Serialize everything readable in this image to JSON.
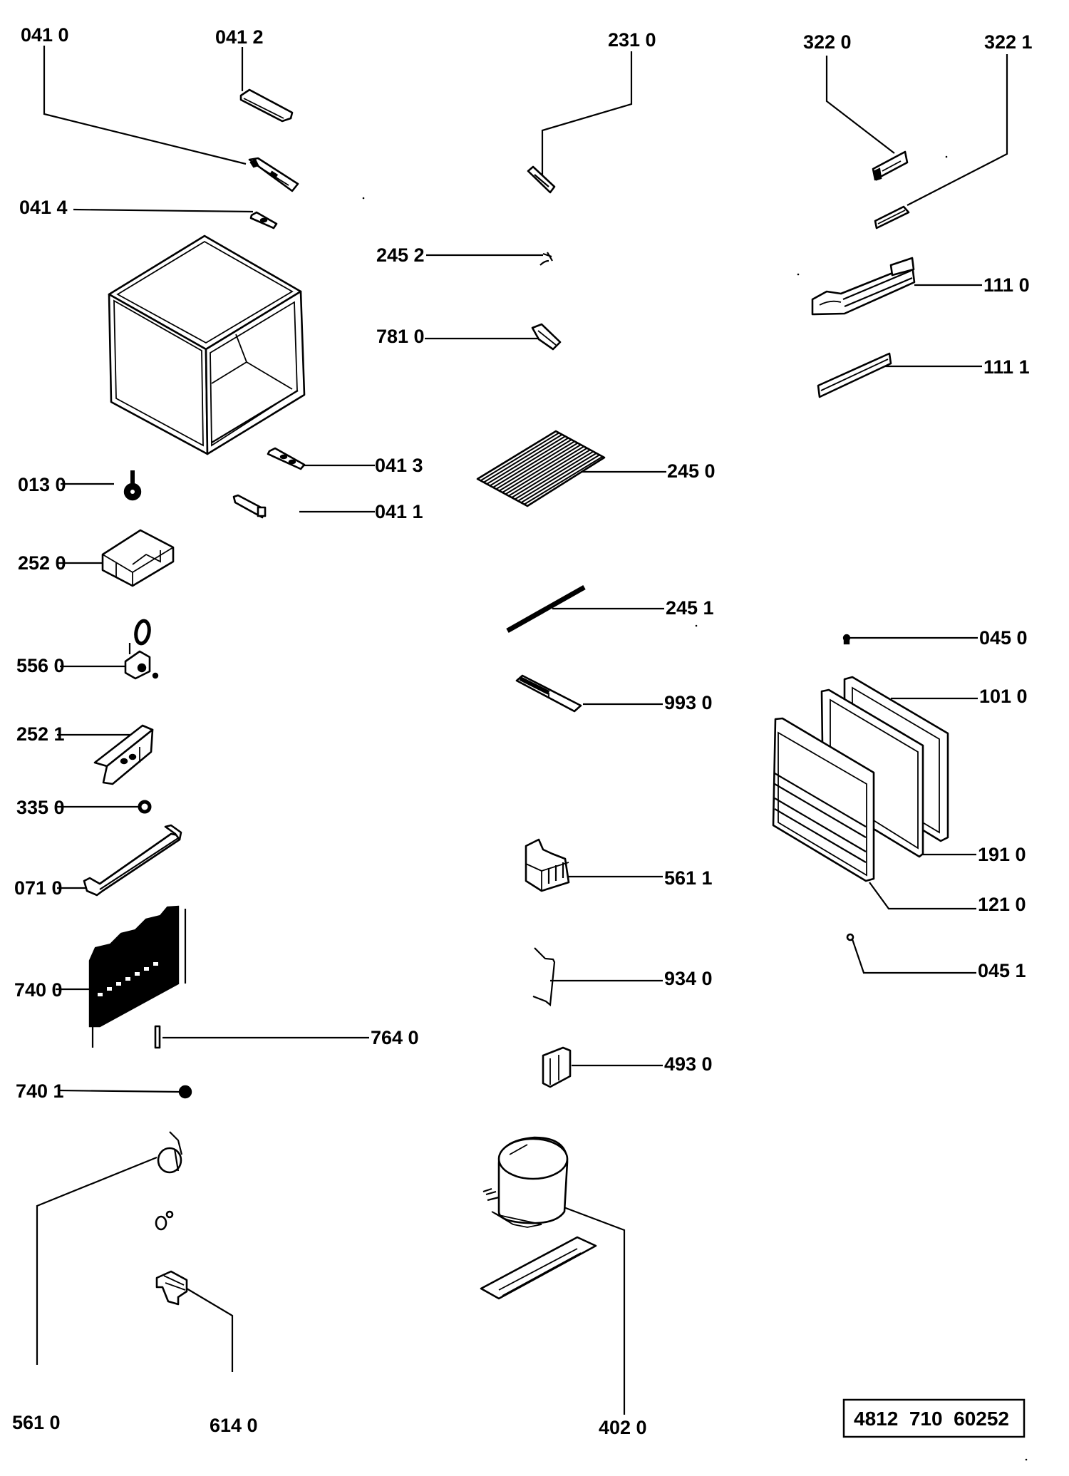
{
  "diagram": {
    "title": "Exploded parts diagram",
    "reference_code": "4812  710  60252",
    "parts": {
      "p0410": "041 0",
      "p0412": "041 2",
      "p0414": "041 4",
      "p2452": "245 2",
      "p7810": "781 0",
      "p2310": "231 0",
      "p3220": "322 0",
      "p3221": "322 1",
      "p1110": "111 0",
      "p1111": "111 1",
      "p0413": "041 3",
      "p0411": "041 1",
      "p0130": "013 0",
      "p2450": "245 0",
      "p2520": "252 0",
      "p2451": "245 1",
      "p0450": "045 0",
      "p5560": "556 0",
      "p9930": "993 0",
      "p1010": "101 0",
      "p2521": "252 1",
      "p3350": "335 0",
      "p0710": "071 0",
      "p1910": "191 0",
      "p5611": "561 1",
      "p1210": "121 0",
      "p7400": "740 0",
      "p9340": "934 0",
      "p0451": "045 1",
      "p7640": "764 0",
      "p4930": "493 0",
      "p7401": "740 1",
      "p5610": "561 0",
      "p6140": "614 0",
      "p4020": "402 0"
    }
  }
}
